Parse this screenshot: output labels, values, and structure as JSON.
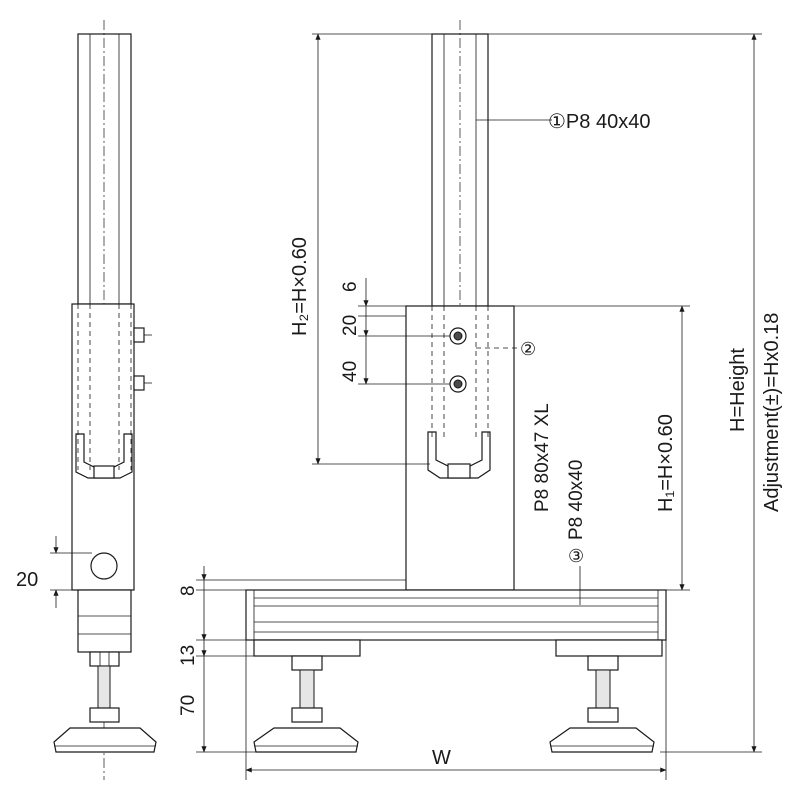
{
  "labels": {
    "part1": "①P8 40x40",
    "part2": "②",
    "part3": "③",
    "part2_name": "P8 80x47 XL",
    "part3_name": "P8 40x40",
    "h2": "H₂=H×0.60",
    "h1": "H₁=H×0.60",
    "height": "H=Height",
    "adjust": "Adjustment(±)=Hx0.18",
    "width": "W",
    "dim_6": "6",
    "dim_20_top": "20",
    "dim_40": "40",
    "dim_20_side": "20",
    "dim_8": "8",
    "dim_13": "13",
    "dim_70": "70"
  },
  "colors": {
    "line": "#1a1a1a",
    "fill_dark": "#4a4a4a",
    "fill_light": "#e6e6e6"
  }
}
